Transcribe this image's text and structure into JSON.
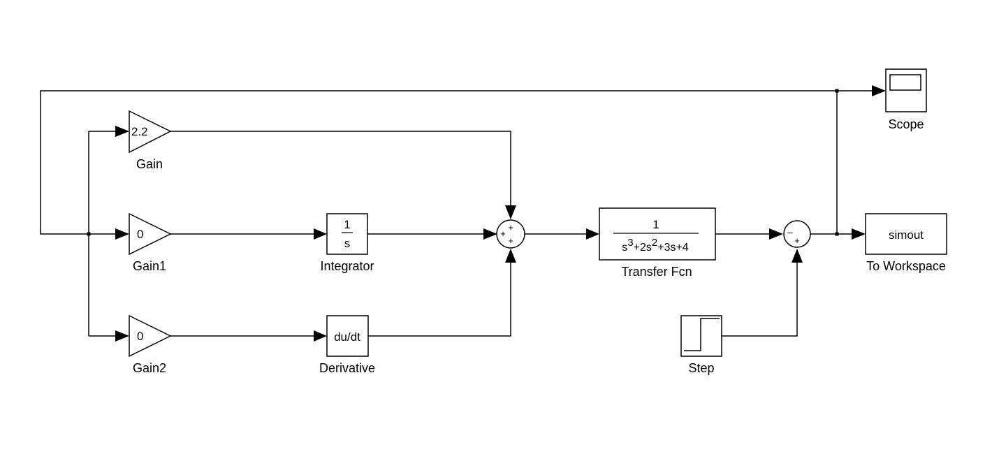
{
  "blocks": {
    "gain": {
      "name": "Gain",
      "value": "2.2"
    },
    "gain1": {
      "name": "Gain1",
      "value": "0"
    },
    "gain2": {
      "name": "Gain2",
      "value": "0"
    },
    "integrator": {
      "name": "Integrator",
      "numerator": "1",
      "denominator": "s"
    },
    "derivative": {
      "name": "Derivative",
      "text": "du/dt"
    },
    "sum": {
      "signs": [
        "+",
        "+",
        "+"
      ]
    },
    "transfer_fcn": {
      "name": "Transfer Fcn",
      "numerator": "1",
      "denominator": {
        "s": "s",
        "p3": "3",
        "t1": "+2s",
        "p2": "2",
        "t2": "+3s+4"
      }
    },
    "sum2": {
      "signs": [
        "–",
        "+"
      ]
    },
    "step": {
      "name": "Step"
    },
    "scope": {
      "name": "Scope"
    },
    "to_workspace": {
      "name": "To Workspace",
      "variable": "simout"
    }
  }
}
